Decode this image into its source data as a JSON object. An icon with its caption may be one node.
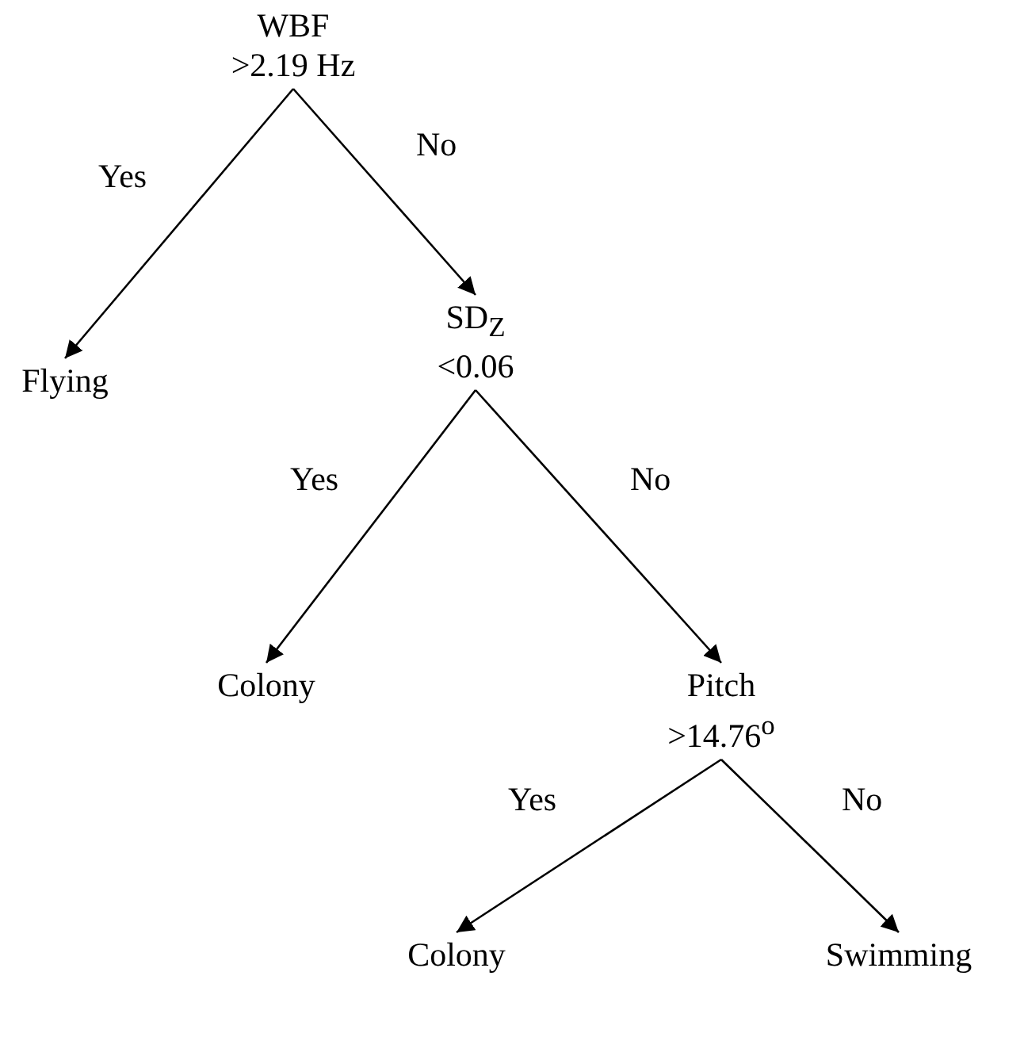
{
  "diagram": {
    "nodes": [
      {
        "text": [
          "WBF >2.19 Hz"
        ]
      },
      {
        "text": [
          "Flying"
        ]
      },
      {
        "text": [
          "SD$_{Z}$ <0.06"
        ]
      },
      {
        "text": [
          "Colony"
        ]
      },
      {
        "text": [
          "Pitch >14.76$^{o}$"
        ]
      },
      {
        "text": [
          "Colony"
        ]
      },
      {
        "text": [
          "Swimming"
        ]
      }
    ],
    "edges": [
      {
        "from": 0,
        "to": 1,
        "arrow": "to",
        "label": "Yes"
      },
      {
        "from": 0,
        "to": 2,
        "arrow": "to",
        "label": "No"
      },
      {
        "from": 2,
        "to": 3,
        "arrow": "to",
        "label": "Yes"
      },
      {
        "from": 2,
        "to": 4,
        "arrow": "to",
        "label": "No"
      },
      {
        "from": 4,
        "to": 5,
        "arrow": "to",
        "label": "Yes"
      },
      {
        "from": 4,
        "to": 6,
        "arrow": "to",
        "label": "No"
      }
    ]
  }
}
